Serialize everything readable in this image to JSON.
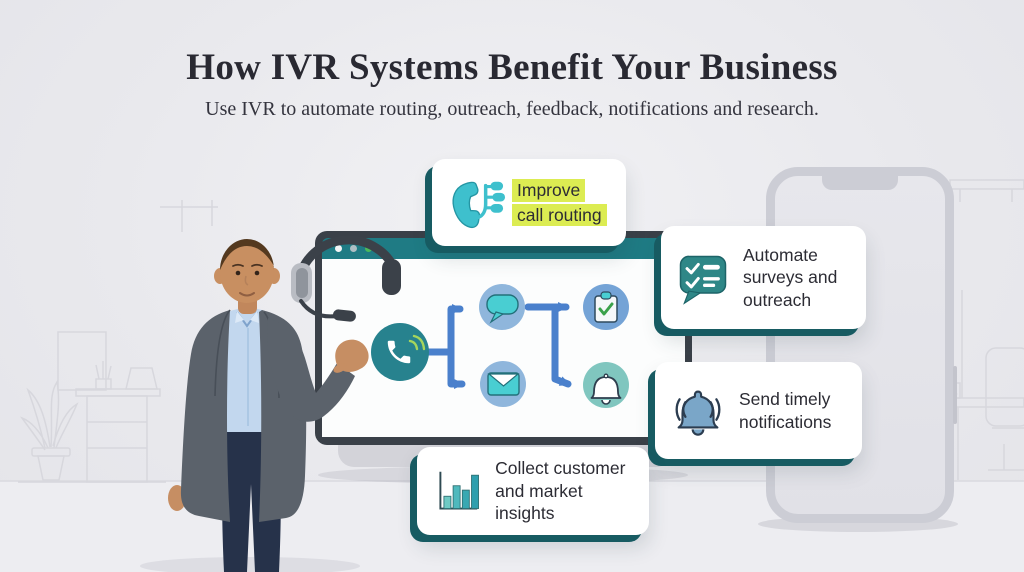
{
  "page": {
    "title": "How IVR Systems Benefit Your Business",
    "subtitle": "Use IVR to automate routing, outreach, feedback, notifications and research."
  },
  "cards": [
    {
      "id": "improve-call-routing",
      "icon": "call-routing-icon",
      "highlighted": true,
      "lines": [
        "Improve",
        "call routing"
      ]
    },
    {
      "id": "automate-surveys-outreach",
      "icon": "survey-checklist-icon",
      "highlighted": false,
      "lines": [
        "Automate",
        "surveys and",
        "outreach"
      ]
    },
    {
      "id": "send-timely-notifications",
      "icon": "notification-bell-icon",
      "highlighted": false,
      "lines": [
        "Send timely",
        "notifications"
      ]
    },
    {
      "id": "collect-customer-insights",
      "icon": "bar-chart-icon",
      "highlighted": false,
      "lines": [
        "Collect customer",
        "and market insights"
      ]
    }
  ],
  "flowchart": {
    "nodes": [
      "phone-call",
      "chat-bubble",
      "email",
      "clipboard-check",
      "notification-bell"
    ],
    "flow": "phone-call -> chat-bubble & email -> clipboard-check & notification-bell"
  },
  "scene": {
    "person": "agent with headset gesturing at monitor",
    "devices": [
      "desktop-monitor-with-browser",
      "smartphone-outline"
    ]
  },
  "colors": {
    "background": "#e9e9ed",
    "title": "#292932",
    "card_shadow_teal": "#175b62",
    "highlight_yellow": "#dcec52",
    "accent_teal": "#35bac9",
    "node_dark_teal": "#27828e",
    "arrow_blue": "#4a80cc",
    "monitor_frame": "#3a4048",
    "browser_bar_teal": "#1f7b84",
    "node_light_blue": "#8fb6dc",
    "node_clipboard_blue": "#74a3d6",
    "node_bell_teal": "#80c6bf",
    "bell_card_blue": "#7aa6c8",
    "phone_outline_gray": "#cccdd5"
  }
}
